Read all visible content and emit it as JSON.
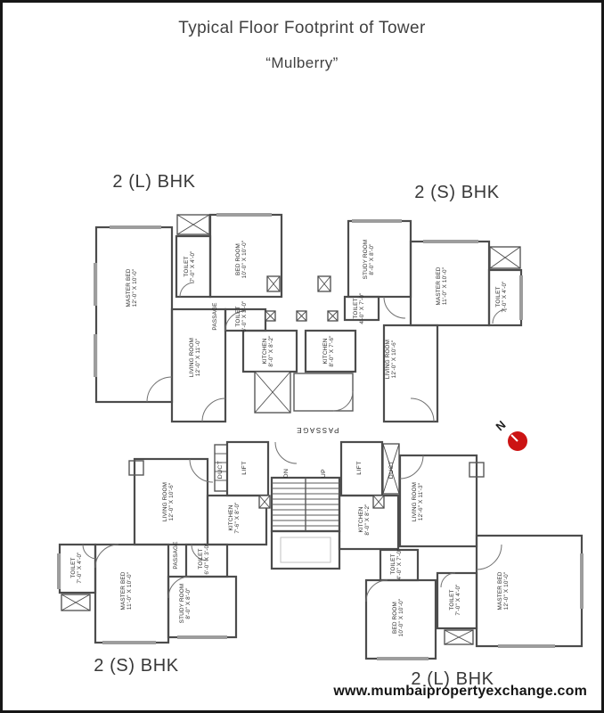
{
  "page": {
    "title": "Typical Floor Footprint of Tower",
    "subtitle": "“Mulberry”",
    "watermark": "www.mumbaipropertyexchange.com"
  },
  "units": {
    "top_left": "2 (L) BHK",
    "top_right": "2 (S) BHK",
    "bottom_left": "2 (S)  BHK",
    "bottom_right": "2 (L) BHK"
  },
  "compass": {
    "label": "N",
    "color": "#cc1414"
  },
  "core": {
    "passage": "PASSAGE",
    "lift_left": "LIFT",
    "lift_right": "LIFT",
    "duct_left": "DUCT",
    "duct_right": "DUCT",
    "up": "UP",
    "dn": "DN"
  },
  "rooms": [
    {
      "name": "MASTER BED",
      "dim": "12'-0\" X 10'-0\""
    },
    {
      "name": "TOILET",
      "dim": "7'-0\" X 4'-0\""
    },
    {
      "name": "BED ROOM",
      "dim": "10'-0\" X 10'-0\""
    },
    {
      "name": "PASSAGE",
      "dim": ""
    },
    {
      "name": "TOILET",
      "dim": "6'-0\" X 3'-0\""
    },
    {
      "name": "LIVING ROOM",
      "dim": "12'-0\" X 11'-0\""
    },
    {
      "name": "KITCHEN",
      "dim": "8'-0\" X 8'-2\""
    },
    {
      "name": "KITCHEN",
      "dim": "8'-0\" X 7'-6\""
    },
    {
      "name": "TOILET",
      "dim": "4'-0\" X 7'-0\""
    },
    {
      "name": "STUDY ROOM",
      "dim": "8'-0\" X 8'-0\""
    },
    {
      "name": "MASTER BED",
      "dim": "11'-0\" X 10'-0\""
    },
    {
      "name": "TOILET",
      "dim": "7'-0\" X 4'-0\""
    },
    {
      "name": "LIVING ROOM",
      "dim": "12'-0\" X 10'-6\""
    },
    {
      "name": "LIVING ROOM",
      "dim": "12'-0\" X 10'-6\""
    },
    {
      "name": "KITCHEN",
      "dim": "7'-6\" X 8'-0\""
    },
    {
      "name": "PASSAGE",
      "dim": ""
    },
    {
      "name": "TOILET",
      "dim": "7'-0\" X 4'-0\""
    },
    {
      "name": "MASTER BED",
      "dim": "11'-0\" X 10'-0\""
    },
    {
      "name": "TOILET",
      "dim": "6'-0\" X 3'-0\""
    },
    {
      "name": "STUDY ROOM",
      "dim": "8'-0\" X 8'-0\""
    },
    {
      "name": "LIVING ROOM",
      "dim": "12'-6\" X 11'-3\""
    },
    {
      "name": "KITCHEN",
      "dim": "8'-0\" X 8'-2\""
    },
    {
      "name": "TOILET",
      "dim": "4'-0\" X 7'-0\""
    },
    {
      "name": "BED ROOM",
      "dim": "10'-0\" X 10'-0\""
    },
    {
      "name": "TOILET",
      "dim": "7'-0\" X 4'-0\""
    },
    {
      "name": "MASTER BED",
      "dim": "12'-0\" X 10'-0\""
    }
  ]
}
